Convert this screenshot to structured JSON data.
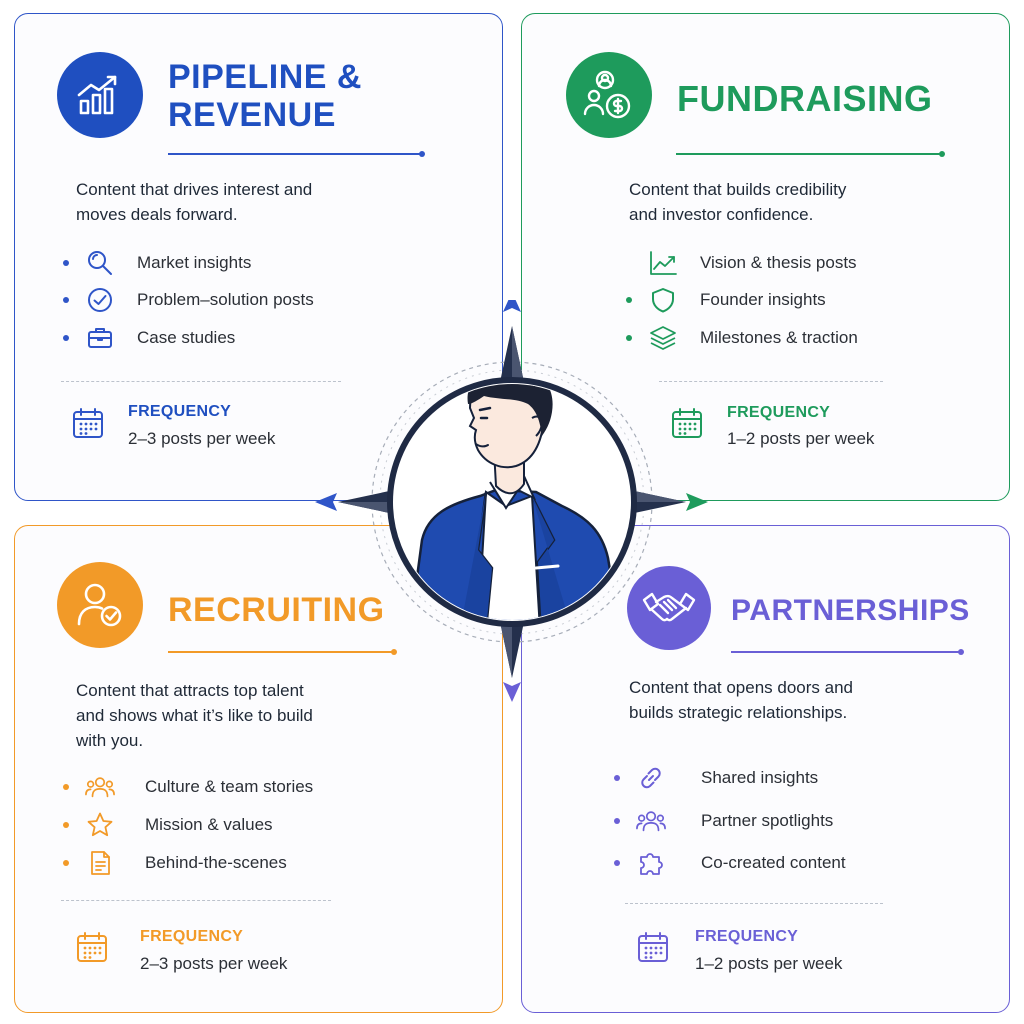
{
  "colors": {
    "pipeline": "#2f55c8",
    "fundraising": "#1e9b5c",
    "recruiting": "#f29a28",
    "partnerships": "#6a5fd6",
    "navy": "#1f2a44"
  },
  "pipeline": {
    "title_line1": "PIPELINE &",
    "title_line2": "REVENUE",
    "icon": "growth-chart-icon",
    "desc_line1": "Content that drives interest and",
    "desc_line2": "moves deals forward.",
    "items": [
      {
        "label": "Market insights",
        "icon": "magnifier-icon"
      },
      {
        "label": "Problem–solution posts",
        "icon": "check-circle-icon"
      },
      {
        "label": "Case studies",
        "icon": "briefcase-icon"
      }
    ],
    "frequency_label": "FREQUENCY",
    "frequency_value": "2–3 posts per week"
  },
  "fundraising": {
    "title": "FUNDRAISING",
    "icon": "investor-money-icon",
    "desc_line1": "Content that builds credibility",
    "desc_line2": "and investor confidence.",
    "items": [
      {
        "label": "Vision & thesis posts",
        "icon": "trend-line-icon"
      },
      {
        "label": "Founder insights",
        "icon": "shield-icon"
      },
      {
        "label": "Milestones & traction",
        "icon": "layers-icon"
      }
    ],
    "frequency_label": "FREQUENCY",
    "frequency_value": "1–2 posts per week"
  },
  "recruiting": {
    "title": "RECRUITING",
    "icon": "user-check-icon",
    "desc_line1": "Content that attracts top talent",
    "desc_line2": "and shows what it’s like to build",
    "desc_line3": "with you.",
    "items": [
      {
        "label": "Culture & team stories",
        "icon": "team-icon"
      },
      {
        "label": "Mission & values",
        "icon": "star-icon"
      },
      {
        "label": "Behind-the-scenes",
        "icon": "document-icon"
      }
    ],
    "frequency_label": "FREQUENCY",
    "frequency_value": "2–3 posts per week"
  },
  "partnerships": {
    "title": "PARTNERSHIPS",
    "icon": "handshake-icon",
    "desc_line1": "Content that opens doors and",
    "desc_line2": "builds strategic relationships.",
    "items": [
      {
        "label": "Shared insights",
        "icon": "link-icon"
      },
      {
        "label": "Partner spotlights",
        "icon": "group-icon"
      },
      {
        "label": "Co-created content",
        "icon": "puzzle-icon"
      }
    ],
    "frequency_label": "FREQUENCY",
    "frequency_value": "1–2 posts per week"
  }
}
